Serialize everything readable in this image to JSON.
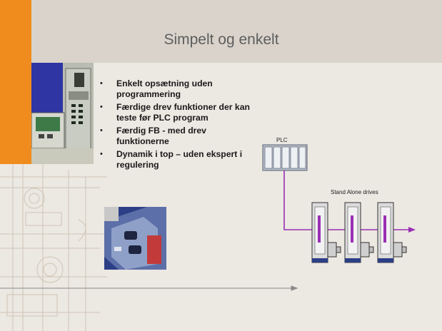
{
  "slide": {
    "title": "Simpelt og enkelt",
    "bullets": [
      "Enkelt opsætning uden programmering",
      "Færdige drev funktioner der kan teste før PLC program",
      "Færdig FB -  med drev funktionerne",
      "Dynamik i top – uden ekspert i regulering"
    ]
  },
  "diagram": {
    "plc_label": "PLC",
    "drives_label": "Stand Alone drives"
  },
  "colors": {
    "accent_orange": "#f08c1e",
    "connection_purple": "#9a2fb3",
    "title_band": "#d9d3cb",
    "background": "#ece8e2"
  },
  "icons": [
    "plc-icon",
    "servo-drive-icon",
    "motor-icon",
    "arrow-right-icon"
  ]
}
